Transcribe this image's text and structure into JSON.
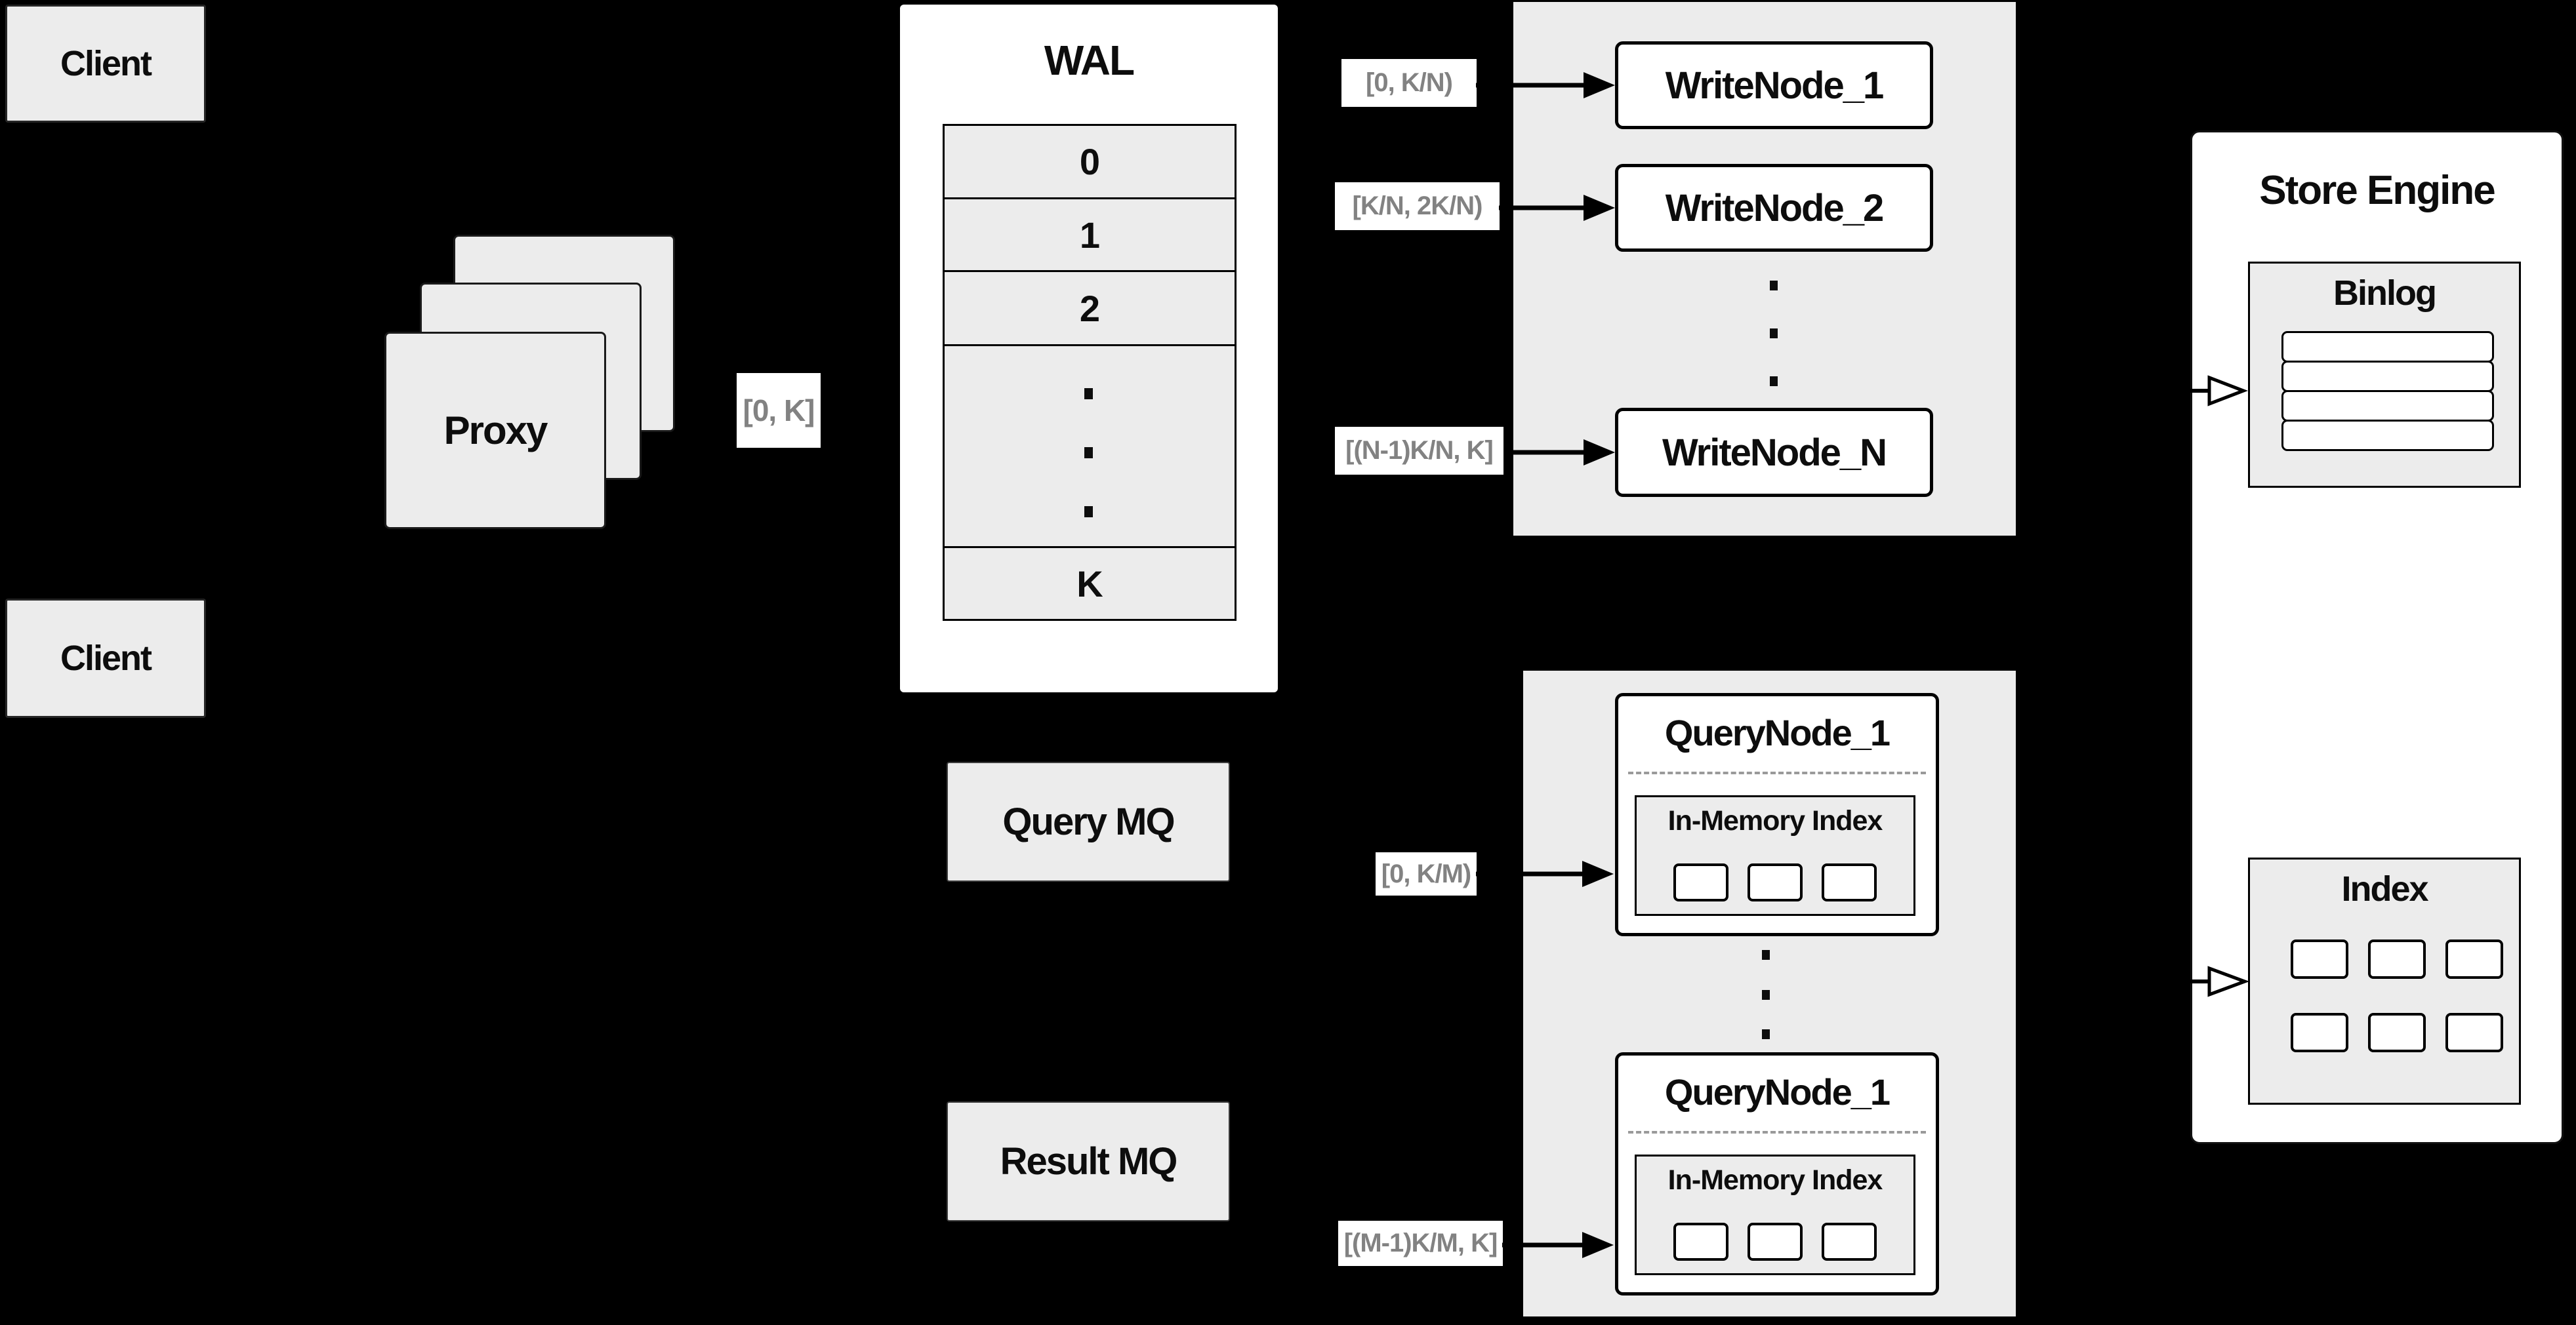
{
  "colors": {
    "background": "#000000",
    "panel_gray": "#ececec",
    "node_white": "#ffffff",
    "border_black": "#000000",
    "range_label_text": "#828282",
    "dashed_separator": "#9a9a9a"
  },
  "clients": {
    "top": "Client",
    "bottom": "Client"
  },
  "proxy": {
    "label": "Proxy"
  },
  "flow_labels": {
    "proxy_to_wal": "[0, K]",
    "write_1": "[0, K/N)",
    "write_2": "[K/N, 2K/N)",
    "write_n": "[(N-1)K/N, K]",
    "query_1": "[0, K/M)",
    "query_m": "[(M-1)K/M, K]"
  },
  "wal": {
    "title": "WAL",
    "rows": [
      "0",
      "1",
      "2"
    ],
    "last_row": "K"
  },
  "write_nodes": {
    "node1": "WriteNode_1",
    "node2": "WriteNode_2",
    "nodeN": "WriteNode_N"
  },
  "query_nodes": {
    "node1": {
      "title": "QueryNode_1",
      "index_label": "In-Memory Index"
    },
    "node2": {
      "title": "QueryNode_1",
      "index_label": "In-Memory Index"
    }
  },
  "mq": {
    "query": "Query MQ",
    "result": "Result MQ"
  },
  "store_engine": {
    "title": "Store Engine",
    "binlog": "Binlog",
    "index": "Index"
  }
}
